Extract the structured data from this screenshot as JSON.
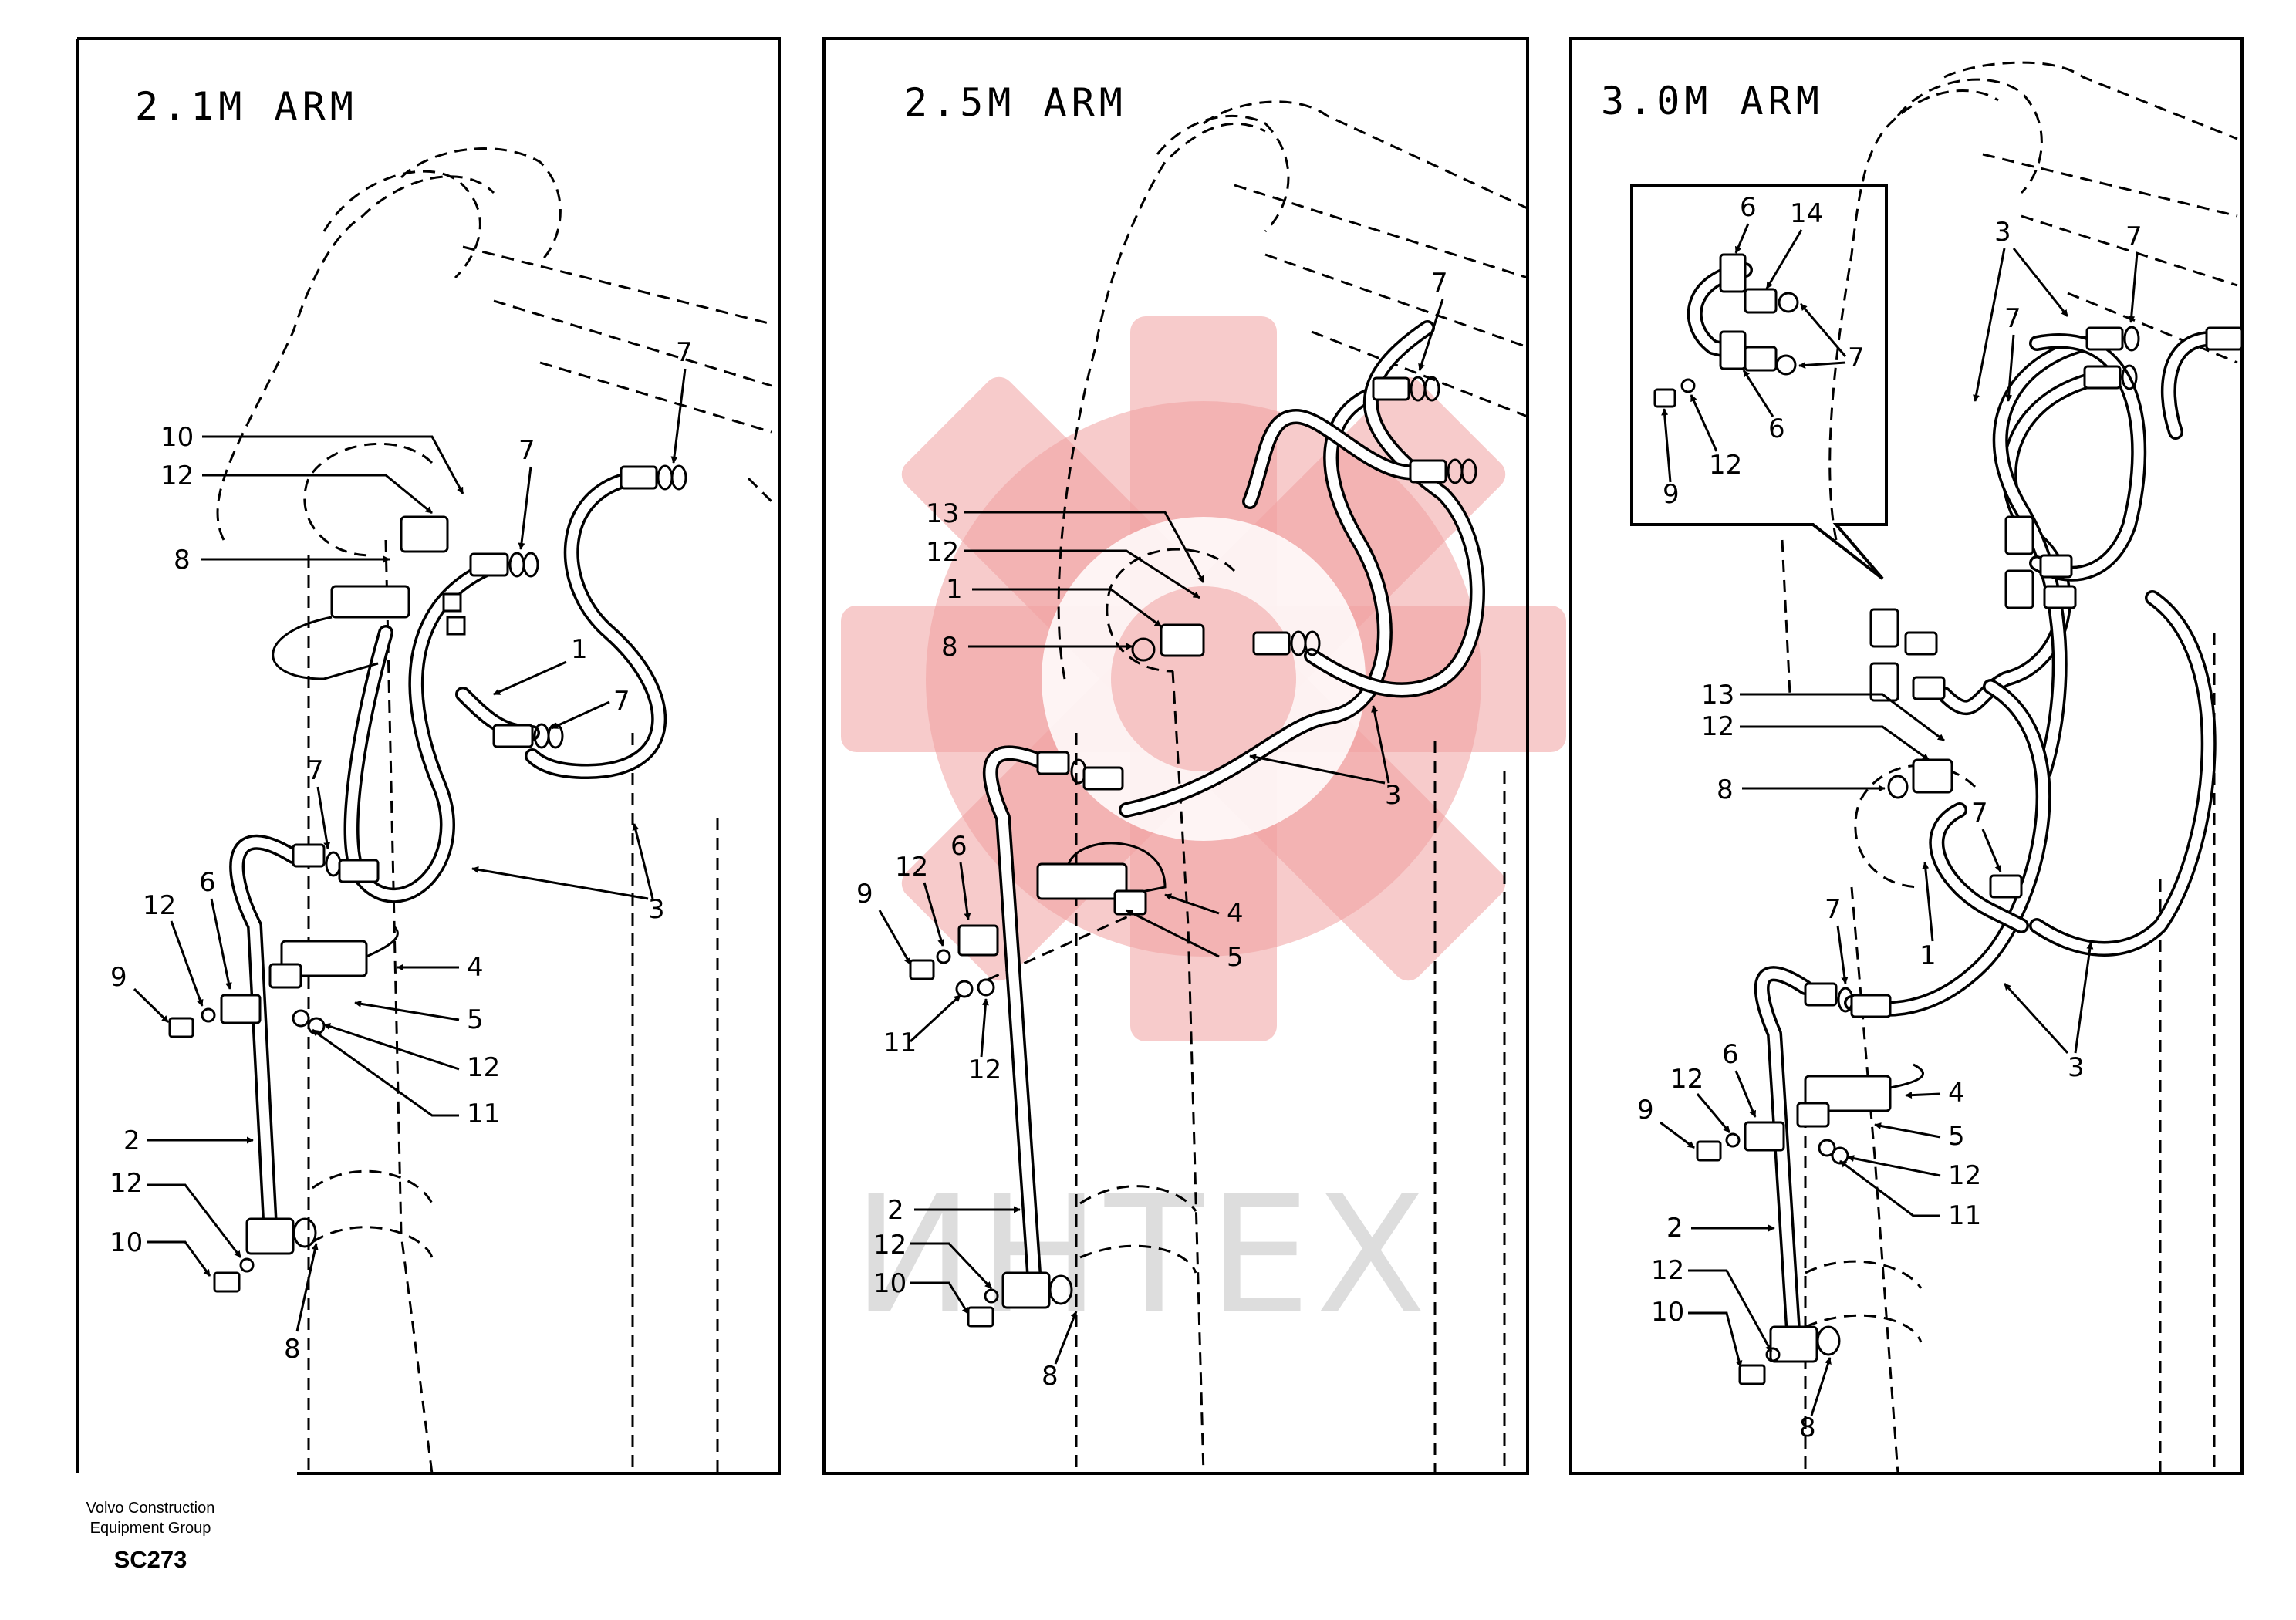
{
  "panels": [
    {
      "title": "2.1M ARM",
      "callouts": [
        "10",
        "12",
        "8",
        "7",
        "7",
        "1",
        "7",
        "3",
        "7",
        "12",
        "6",
        "9",
        "4",
        "5",
        "12",
        "11",
        "2",
        "12",
        "10",
        "8"
      ]
    },
    {
      "title": "2.5M ARM",
      "callouts": [
        "7",
        "13",
        "12",
        "1",
        "8",
        "3",
        "12",
        "6",
        "9",
        "4",
        "5",
        "11",
        "12",
        "2",
        "12",
        "10",
        "8"
      ]
    },
    {
      "title": "3.0M ARM",
      "inset_callouts": [
        "6",
        "14",
        "7",
        "6",
        "9",
        "12"
      ],
      "callouts": [
        "3",
        "7",
        "7",
        "13",
        "12",
        "8",
        "7",
        "1",
        "3",
        "7",
        "12",
        "6",
        "9",
        "4",
        "5",
        "12",
        "11",
        "2",
        "12",
        "10",
        "8"
      ]
    }
  ],
  "watermark": {
    "text": "ИНТЕХ",
    "color": "#f0a0a0"
  },
  "footer": {
    "line1": "Volvo Construction",
    "line2": "Equipment Group",
    "code": "SC273"
  }
}
